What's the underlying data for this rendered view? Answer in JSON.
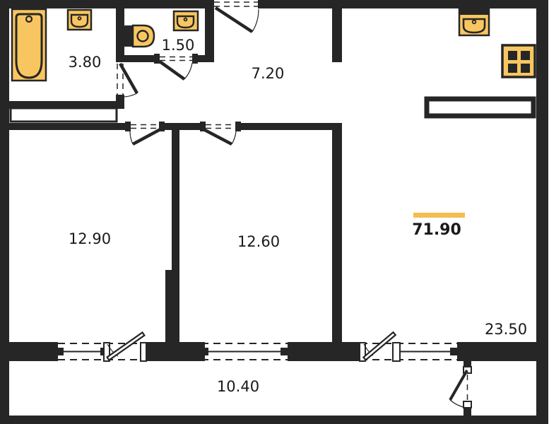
{
  "floor_plan": {
    "type": "apartment-floor-plan",
    "total": {
      "area": "71.90"
    },
    "rooms": {
      "bathroom": {
        "area": "3.80"
      },
      "wc": {
        "area": "1.50"
      },
      "hallway": {
        "area": "7.20"
      },
      "bedroom_left": {
        "area": "12.90"
      },
      "bedroom_middle": {
        "area": "12.60"
      },
      "kitchen_living": {
        "area": "23.50"
      },
      "balcony": {
        "area": "10.40"
      }
    },
    "fixtures": [
      "bathtub",
      "bathroom-sink",
      "toilet",
      "wc-sink",
      "kitchen-sink",
      "stove",
      "kitchen-counter",
      "wardrobe"
    ],
    "colors": {
      "wall": "#262626",
      "fixture_fill": "#f8c661",
      "highlight_bar": "#f5bd4e",
      "background": "#ffffff",
      "text": "#1a1a1a"
    }
  }
}
